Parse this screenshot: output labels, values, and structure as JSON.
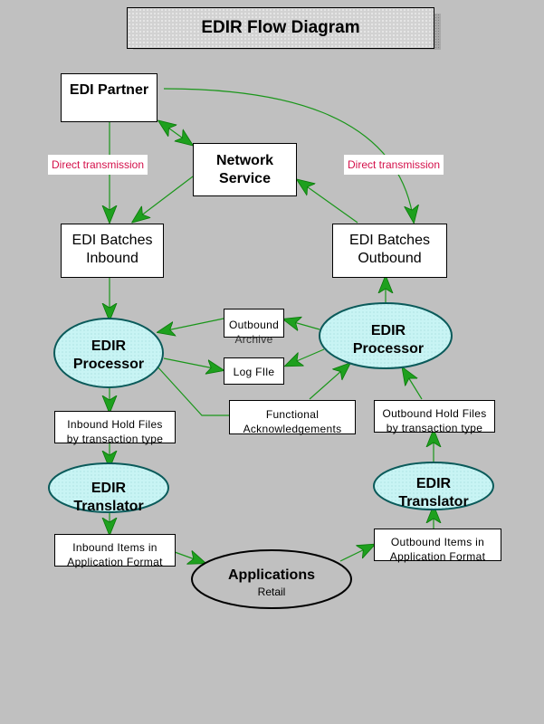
{
  "title": "EDIR Flow Diagram",
  "colors": {
    "background": "#c0c0c0",
    "arrow": "#1e9b1e",
    "label_text": "#d4104a",
    "ellipse_fill": "#c8f4f4",
    "ellipse_stroke": "#0a5a5a"
  },
  "nodes": {
    "edi_partner": "EDI Partner",
    "network_service": [
      "Network",
      "Service"
    ],
    "edi_batches_inbound": [
      "EDI Batches",
      "Inbound"
    ],
    "edi_batches_outbound": [
      "EDI Batches",
      "Outbound"
    ],
    "edir_processor_in": [
      "EDIR",
      "Processor"
    ],
    "edir_processor_out": [
      "EDIR",
      "Processor"
    ],
    "outbound_archive": [
      "Outbound",
      "Archive"
    ],
    "log_file": "Log FIle",
    "functional_ack": [
      "Functional",
      "Acknowledgements"
    ],
    "inbound_hold_files": [
      "Inbound Hold Files",
      "by transaction type"
    ],
    "outbound_hold_files": [
      "Outbound Hold Files",
      "by transaction type"
    ],
    "edir_translator_in": [
      "EDIR",
      "Translator"
    ],
    "edir_translator_out": [
      "EDIR",
      "Translator"
    ],
    "inbound_items": [
      "Inbound Items in",
      "Application Format"
    ],
    "outbound_items": [
      "Outbound Items in",
      "Application Format"
    ],
    "applications": "Applications",
    "applications_sub": "Retail"
  },
  "edge_labels": {
    "direct_left": "Direct transmission",
    "direct_right": "Direct transmission"
  }
}
